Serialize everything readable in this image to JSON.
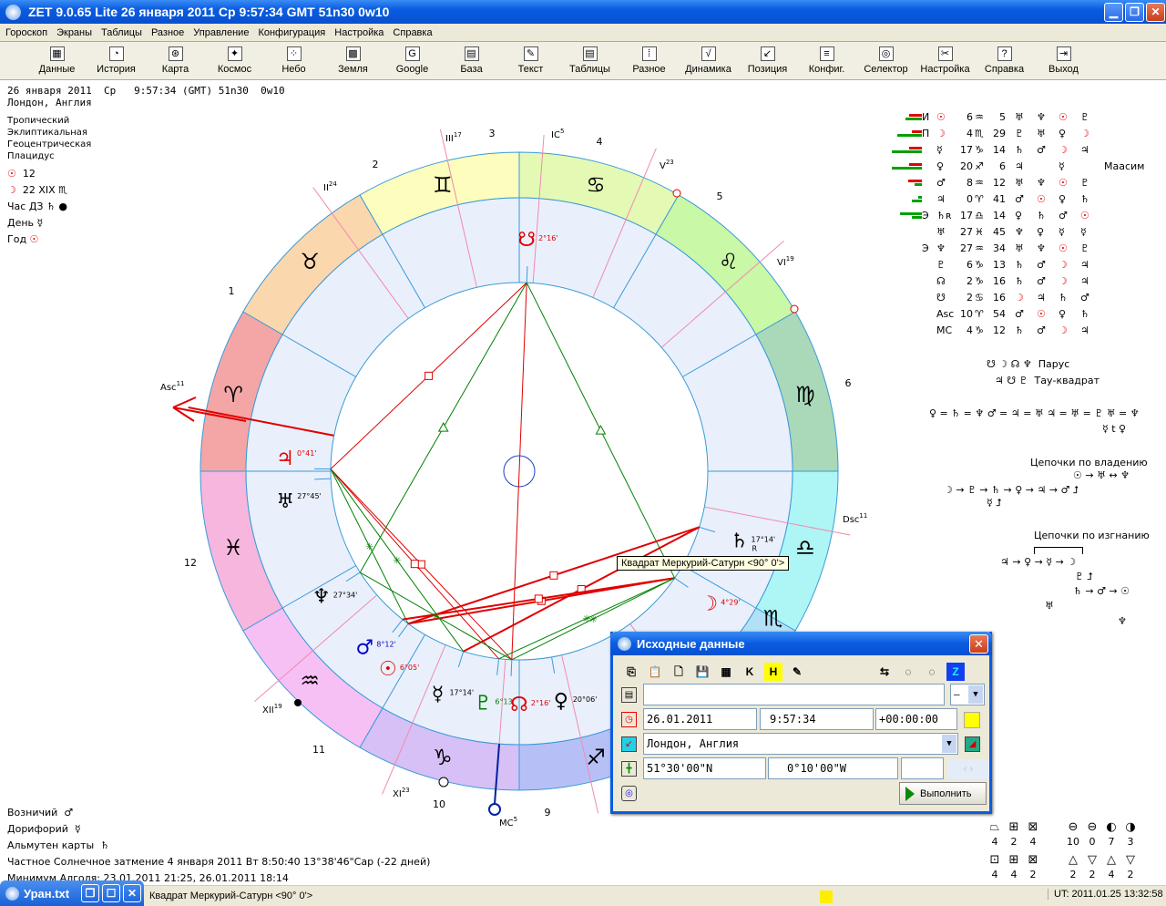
{
  "window": {
    "title": "ZET 9.0.65 Lite   26 января 2011  Ср   9:57:34 GMT 51n30  0w10",
    "min": "▁",
    "restore": "❐",
    "close": "✕"
  },
  "menu": [
    "Гороскоп",
    "Экраны",
    "Таблицы",
    "Разное",
    "Управление",
    "Конфигурация",
    "Настройка",
    "Справка"
  ],
  "toolbar": [
    {
      "label": "Данные",
      "icon": "table-icon",
      "g": "▦"
    },
    {
      "label": "История",
      "icon": "history-icon",
      "g": "◔"
    },
    {
      "label": "Карта",
      "icon": "chart-icon",
      "g": "⊛"
    },
    {
      "label": "Космос",
      "icon": "cosmos-icon",
      "g": "✦"
    },
    {
      "label": "Небо",
      "icon": "sky-icon",
      "g": "⁘"
    },
    {
      "label": "Земля",
      "icon": "earth-icon",
      "g": "▩"
    },
    {
      "label": "Google",
      "icon": "google-icon",
      "g": "G"
    },
    {
      "label": "База",
      "icon": "database-icon",
      "g": "▤"
    },
    {
      "label": "Текст",
      "icon": "text-icon",
      "g": "✎"
    },
    {
      "label": "Таблицы",
      "icon": "tables-icon",
      "g": "▤"
    },
    {
      "label": "Разное",
      "icon": "misc-icon",
      "g": "⁞"
    },
    {
      "label": "Динамика",
      "icon": "dynamics-icon",
      "g": "√"
    },
    {
      "label": "Позиция",
      "icon": "position-icon",
      "g": "↙"
    },
    {
      "label": "Конфиг.",
      "icon": "config-icon",
      "g": "≡"
    },
    {
      "label": "Селектор",
      "icon": "selector-icon",
      "g": "◎"
    },
    {
      "label": "Настройка",
      "icon": "settings-icon",
      "g": "✂"
    },
    {
      "label": "Справка",
      "icon": "help-icon",
      "g": "?"
    },
    {
      "label": "Выход",
      "icon": "exit-icon",
      "g": "⇥"
    }
  ],
  "header": {
    "line1": "26 января 2011  Ср   9:57:34 (GMT) 51n30  0w10",
    "line2": "Лондон, Англия"
  },
  "settings": [
    "Тропический",
    "Эклиптикальная",
    "Геоцентрическая",
    "Плацидус"
  ],
  "left_info": {
    "sun": "☉",
    "sun_val": "12",
    "moon": "☽",
    "moon_val": "22 XIX ♏",
    "hour_label": "Час ДЗ",
    "hour_glyph": "♄ ●",
    "day_label": "День",
    "day_glyph": "☿",
    "year_label": "Год",
    "year_glyph": "☉"
  },
  "wheel": {
    "signs": [
      {
        "g": "♈",
        "c": "#f4a6a6"
      },
      {
        "g": "♉",
        "c": "#fbd7ae"
      },
      {
        "g": "♊",
        "c": "#fdfdbe"
      },
      {
        "g": "♋",
        "c": "#e4f9b4"
      },
      {
        "g": "♌",
        "c": "#c9f8a6"
      },
      {
        "g": "♍",
        "c": "#a9d9b9"
      },
      {
        "g": "♎",
        "c": "#aef6f6"
      },
      {
        "g": "♏",
        "c": "#b2e0f6"
      },
      {
        "g": "♐",
        "c": "#b6c0f6"
      },
      {
        "g": "♑",
        "c": "#d6c0f6"
      },
      {
        "g": "♒",
        "c": "#f6c0f4"
      },
      {
        "g": "♓",
        "c": "#f6b6de"
      }
    ],
    "cusps": [
      10.9,
      54,
      77,
      94.2,
      113,
      139,
      190.9,
      234,
      257,
      274.2,
      293,
      319
    ],
    "cusp_labels": [
      {
        "t": "Asc",
        "s": "11"
      },
      {
        "t": "II",
        "s": "24"
      },
      {
        "t": "III",
        "s": "17"
      },
      {
        "t": "IC",
        "s": "5"
      },
      {
        "t": "V",
        "s": "23"
      },
      {
        "t": "VI",
        "s": "19"
      },
      {
        "t": "Dsc",
        "s": "11"
      },
      {
        "t": "XI",
        "s": "23"
      },
      {
        "t": "XII",
        "s": "19"
      },
      {
        "t": "MC",
        "s": "5"
      }
    ],
    "house_numbers": [
      "1",
      "2",
      "3",
      "4",
      "5",
      "6",
      "9",
      "10",
      "11",
      "12"
    ],
    "planets": [
      {
        "name": "sun",
        "g": "☉",
        "lon": 306.08,
        "label": "6°05'",
        "c": "#e00000"
      },
      {
        "name": "moon",
        "g": "☽",
        "lon": 214.48,
        "label": "4°29'",
        "c": "#e00000"
      },
      {
        "name": "mercury",
        "g": "☿",
        "lon": 287.23,
        "label": "17°14'",
        "c": "#000000"
      },
      {
        "name": "venus",
        "g": "♀",
        "lon": 260.1,
        "label": "20°06'",
        "c": "#000000"
      },
      {
        "name": "mars",
        "g": "♂",
        "lon": 308.2,
        "label": "8°12'",
        "c": "#0000d0"
      },
      {
        "name": "jupiter",
        "g": "♃",
        "lon": 0.68,
        "label": "0°41'",
        "c": "#e00000"
      },
      {
        "name": "saturn",
        "g": "♄",
        "lon": 197.23,
        "label": "17°14'",
        "c": "#000000",
        "retro": "R"
      },
      {
        "name": "uranus",
        "g": "♅",
        "lon": 357.75,
        "label": "27°45'",
        "c": "#000000"
      },
      {
        "name": "neptune",
        "g": "♆",
        "lon": 327.57,
        "label": "27°34'",
        "c": "#000000"
      },
      {
        "name": "pluto",
        "g": "♇",
        "lon": 276.22,
        "label": "6°13'",
        "c": "#008000"
      },
      {
        "name": "north-node",
        "g": "☊",
        "lon": 272.27,
        "label": "2°16'",
        "c": "#e00000"
      },
      {
        "name": "south-node",
        "g": "☋",
        "lon": 92.27,
        "label": "2°16'",
        "c": "#e00000"
      }
    ],
    "aspects": [
      {
        "a": 92.27,
        "b": 272.27,
        "type": "opposition",
        "c": "#e00000"
      },
      {
        "a": 92.27,
        "b": 0.68,
        "type": "square",
        "c": "#e00000"
      },
      {
        "a": 92.27,
        "b": 214.48,
        "type": "trine",
        "c": "#008000"
      },
      {
        "a": 92.27,
        "b": 327.57,
        "type": "trine",
        "c": "#008000"
      },
      {
        "a": 0.68,
        "b": 272.27,
        "type": "square",
        "c": "#e00000"
      },
      {
        "a": 0.68,
        "b": 276.22,
        "type": "square",
        "c": "#e00000"
      },
      {
        "a": 0.68,
        "b": 306.08,
        "type": "sextile",
        "c": "#008000"
      },
      {
        "a": 0.68,
        "b": 287.23,
        "type": "sextile",
        "c": "#008000"
      },
      {
        "a": 197.23,
        "b": 287.23,
        "type": "square",
        "c": "#e00000"
      },
      {
        "a": 197.23,
        "b": 306.08,
        "type": "square",
        "c": "#e00000"
      },
      {
        "a": 214.48,
        "b": 306.08,
        "type": "square",
        "c": "#e00000"
      },
      {
        "a": 214.48,
        "b": 308.2,
        "type": "square",
        "c": "#e00000"
      },
      {
        "a": 214.48,
        "b": 276.22,
        "type": "sextile",
        "c": "#008000"
      },
      {
        "a": 214.48,
        "b": 272.27,
        "type": "sextile",
        "c": "#008000"
      },
      {
        "a": 327.57,
        "b": 272.27,
        "type": "sextile",
        "c": "#008000"
      }
    ],
    "mc": "MC"
  },
  "tooltip": "Квадрат Меркурий-Сатурн <90° 0'>",
  "table": [
    {
      "mark": "И",
      "p": "☉",
      "pc": "#e00000",
      "d": "6",
      "s": "♒",
      "m": "5",
      "r": [
        "♅",
        "♆",
        "☉",
        "♇"
      ],
      "top": [
        14,
        "#e00000"
      ],
      "bot": [
        18,
        "#00a000"
      ]
    },
    {
      "mark": "П",
      "p": "☽",
      "pc": "#e00000",
      "d": "4",
      "s": "♏",
      "m": "29",
      "r": [
        "♇",
        "♅",
        "♀",
        "☽"
      ],
      "top": [
        11,
        "#e00000"
      ],
      "bot": [
        27,
        "#00a000"
      ]
    },
    {
      "mark": "",
      "p": "☿",
      "pc": "#000",
      "d": "17",
      "s": "♑",
      "m": "14",
      "r": [
        "♄",
        "♂",
        "☽",
        "♃"
      ],
      "top": [
        14,
        "#e00000"
      ],
      "bot": [
        33,
        "#00a000"
      ]
    },
    {
      "mark": "",
      "p": "♀",
      "pc": "#000",
      "d": "20",
      "s": "♐",
      "m": "6",
      "r": [
        "♃",
        "",
        "☿",
        ""
      ],
      "top": [
        14,
        "#e00000"
      ],
      "bot": [
        33,
        "#00a000"
      ]
    },
    {
      "mark": "",
      "p": "♂",
      "pc": "#000",
      "d": "8",
      "s": "♒",
      "m": "12",
      "r": [
        "♅",
        "♆",
        "☉",
        "♇"
      ],
      "top": [
        15,
        "#e00000"
      ],
      "bot": [
        8,
        "#00a000"
      ]
    },
    {
      "mark": "",
      "p": "♃",
      "pc": "#000",
      "d": "0",
      "s": "♈",
      "m": "41",
      "r": [
        "♂",
        "☉",
        "♀",
        "♄"
      ],
      "top": [
        4,
        "#00a000"
      ],
      "bot": [
        11,
        "#00a000"
      ]
    },
    {
      "mark": "Э",
      "p": "♄ʀ",
      "pc": "#000",
      "d": "17",
      "s": "♎",
      "m": "14",
      "r": [
        "♀",
        "♄",
        "♂",
        "☉"
      ],
      "top": [
        24,
        "#00a000"
      ],
      "bot": [
        11,
        "#00a000"
      ]
    },
    {
      "mark": "",
      "p": "♅",
      "pc": "#000",
      "d": "27",
      "s": "♓",
      "m": "45",
      "r": [
        "♆",
        "♀",
        "☿",
        "☿"
      ],
      "top": [
        0,
        "#00a000"
      ],
      "bot": [
        0,
        "#00a000"
      ]
    },
    {
      "mark": "Э",
      "p": "♆",
      "pc": "#000",
      "d": "27",
      "s": "♒",
      "m": "34",
      "r": [
        "♅",
        "♆",
        "☉",
        "♇"
      ],
      "top": [
        0,
        "#00a000"
      ],
      "bot": [
        0,
        "#00a000"
      ]
    },
    {
      "mark": "",
      "p": "♇",
      "pc": "#000",
      "d": "6",
      "s": "♑",
      "m": "13",
      "r": [
        "♄",
        "♂",
        "☽",
        "♃"
      ],
      "top": [
        0,
        "#00a000"
      ],
      "bot": [
        0,
        "#00a000"
      ]
    },
    {
      "mark": "",
      "p": "☊",
      "pc": "#000",
      "d": "2",
      "s": "♑",
      "m": "16",
      "r": [
        "♄",
        "♂",
        "☽",
        "♃"
      ],
      "top": [
        0,
        "#00a000"
      ],
      "bot": [
        0,
        "#00a000"
      ]
    },
    {
      "mark": "",
      "p": "☋",
      "pc": "#000",
      "d": "2",
      "s": "♋",
      "m": "16",
      "r": [
        "☽",
        "♃",
        "♄",
        "♂"
      ],
      "top": [
        0,
        "#00a000"
      ],
      "bot": [
        0,
        "#00a000"
      ]
    },
    {
      "mark": "",
      "p": "Asc",
      "pc": "#000",
      "d": "10",
      "s": "♈",
      "m": "54",
      "r": [
        "♂",
        "☉",
        "♀",
        "♄"
      ],
      "top": [
        0,
        "#00a000"
      ],
      "bot": [
        0,
        "#00a000"
      ]
    },
    {
      "mark": "",
      "p": "MC",
      "pc": "#000",
      "d": "4",
      "s": "♑",
      "m": "12",
      "r": [
        "♄",
        "♂",
        "☽",
        "♃"
      ],
      "top": [
        0,
        "#00a000"
      ],
      "bot": [
        0,
        "#00a000"
      ]
    }
  ],
  "maasim": "Маасим",
  "configs": {
    "sail_glyphs": "☋ ☽ ☊ ♆",
    "sail": "Парус",
    "tsq_glyphs": "♃ ☋ ♇",
    "tsq": "Тау-квадрат",
    "eq1": "♀ = ♄ = ♆  ♂ = ♃ = ♅  ♃ = ♅ = ♇  ♅ = ♆",
    "eq2": "☿ t ♀"
  },
  "chains": {
    "own_title": "Цепочки по владению",
    "own1": "☉ → ♅ ↔ ♆",
    "own2": "☽ → ♇ → ♄ → ♀ → ♃ → ♂ ⮥",
    "own3": "☿ ⮥",
    "exile_title": "Цепочки по изгнанию",
    "ex1": "♃ → ♀ → ☿ → ☽",
    "ex2": "♇ ⮥",
    "ex3": "♄ → ♂ → ☉",
    "ex4": "♅",
    "ex5": "♆"
  },
  "bottom_left": {
    "l1": "Возничий",
    "g1": "♂",
    "l2": "Дорифорий",
    "g2": "☿",
    "l3": "Альмутен карты",
    "g3": "♄",
    "l4": "Частное Солнечное затмение 4 января 2011 Вт  8:50:40 13°38'46\"Cap (-22 дней)",
    "l5": "Минимум Алголя: 23.01.2011 21:25,  26.01.2011 18:14"
  },
  "dialog": {
    "title": "Исходные данные",
    "close": "✕",
    "tools": [
      "⎘",
      "📋",
      "🗋",
      "💾",
      "▦",
      "K",
      "H",
      "✎",
      "⇆",
      "◌",
      "◌",
      "Z"
    ],
    "name_value": "",
    "dropdown": "–",
    "date": "26.01.2011",
    "time": "9:57:34",
    "tz": "+00:00:00",
    "place": "Лондон, Англия",
    "lat": "51°30'00\"N",
    "lon": "0°10'00\"W",
    "extra": "",
    "run": "Выполнить"
  },
  "taskwin": {
    "title": "Уран.txt"
  },
  "status": {
    "text": "Квадрат Меркурий-Сатурн <90° 0'>",
    "ut": "UT: 2011.01.25 13:32:58"
  },
  "stats": {
    "row1": [
      {
        "g": "⏢",
        "v": "4"
      },
      {
        "g": "⊞",
        "v": "2"
      },
      {
        "g": "⊠",
        "v": "4"
      }
    ],
    "row2": [
      {
        "g": "⊡",
        "v": "4"
      },
      {
        "g": "⊞",
        "v": "4"
      },
      {
        "g": "⊠",
        "v": "2"
      }
    ],
    "row3": [
      {
        "g": "⊖",
        "v": "10"
      },
      {
        "g": "⊖",
        "v": "0"
      },
      {
        "g": "◐",
        "v": "7"
      },
      {
        "g": "◑",
        "v": "3"
      }
    ],
    "row4": [
      {
        "g": "△",
        "v": "2"
      },
      {
        "g": "▽",
        "v": "2"
      },
      {
        "g": "△",
        "v": "4"
      },
      {
        "g": "▽",
        "v": "2"
      }
    ]
  }
}
